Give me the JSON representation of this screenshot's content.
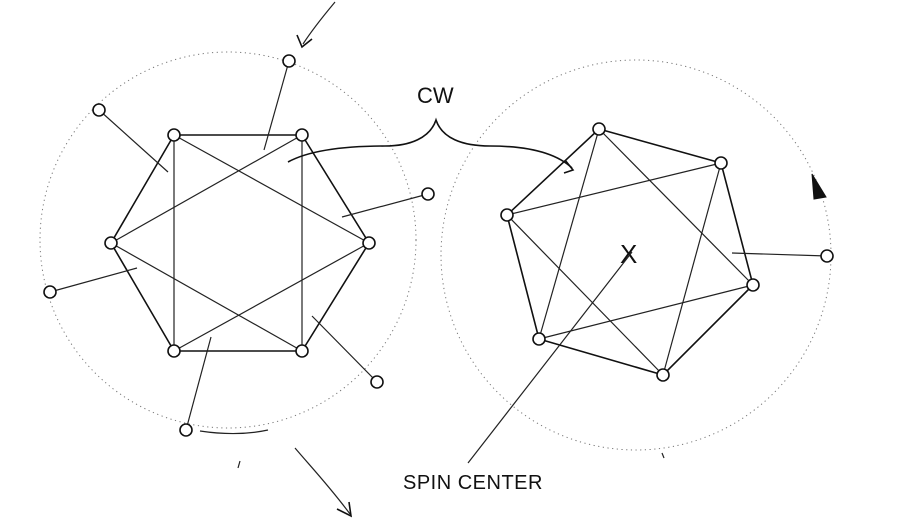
{
  "labels": {
    "rotation_direction": "CW",
    "spin_center": "SPIN CENTER"
  },
  "symbols": {
    "center_mark": "X"
  },
  "colors": {
    "ink": "#111111",
    "dotted": "#777777",
    "background": "#ffffff"
  }
}
